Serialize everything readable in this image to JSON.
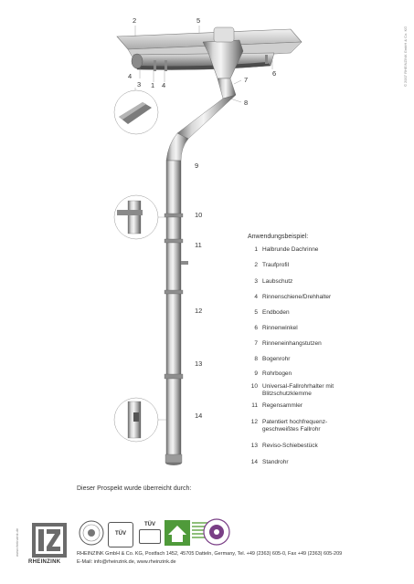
{
  "copyright_side": "© 2007 RHEINZINK GmbH & Co. KG",
  "web_side": "www.rheinzink.de",
  "callouts": [
    "2",
    "5",
    "4",
    "3",
    "1",
    "4",
    "6",
    "7",
    "8",
    "9",
    "10",
    "11",
    "12",
    "13",
    "14"
  ],
  "legend": {
    "title": "Anwendungsbeispiel:",
    "items": [
      {
        "n": "1",
        "text": "Halbrunde Dachrinne"
      },
      {
        "n": "2",
        "text": "Traufprofil"
      },
      {
        "n": "3",
        "text": "Laubschutz"
      },
      {
        "n": "4",
        "text": "Rinnenschiene/Drehhalter"
      },
      {
        "n": "5",
        "text": "Endboden"
      },
      {
        "n": "6",
        "text": "Rinnenwinkel"
      },
      {
        "n": "7",
        "text": "Rinneneinhangstutzen"
      },
      {
        "n": "8",
        "text": "Bogenrohr"
      },
      {
        "n": "9",
        "text": "Rohrbogen"
      },
      {
        "n": "10",
        "text": "Universal-Fallrohrhalter mit Blitzschutzklemme"
      },
      {
        "n": "11",
        "text": "Regensammler"
      },
      {
        "n": "12",
        "text": "Patentiert hochfrequenz-geschweißtes Fallrohr"
      },
      {
        "n": "13",
        "text": "Reviso-Schiebestück"
      },
      {
        "n": "14",
        "text": "Standrohr"
      }
    ]
  },
  "provided_by": "Dieser Prospekt wurde überreicht durch:",
  "brand": "RHEINZINK",
  "footer": {
    "address": "RHEINZINK GmbH & Co. KG, Postfach 1452, 45705 Datteln, Germany, Tel. +49 (2363) 605-0, Fax +49 (2363) 605-209",
    "contact": "E-Mail: info@rheinzink.de, www.rheinzink.de"
  },
  "badges": {
    "tuv1": "TÜV",
    "tuv2": "TÜV"
  },
  "colors": {
    "metal_light": "#e8e8e8",
    "metal_mid": "#b9b9b9",
    "metal_dark": "#6e6e6e",
    "green": "#4f9a3a",
    "purple": "#7a3f86"
  }
}
